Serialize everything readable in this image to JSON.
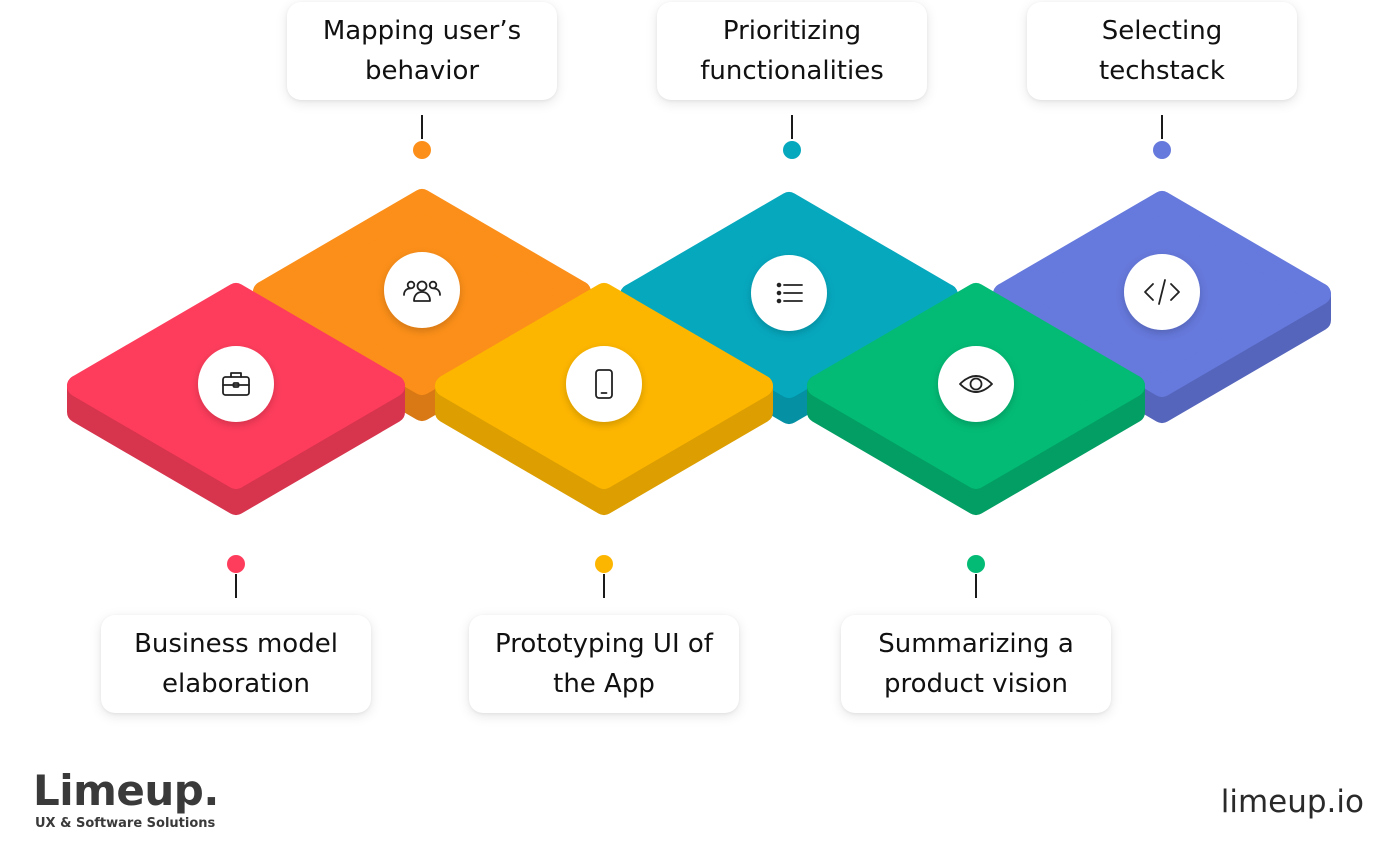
{
  "steps": [
    {
      "label": "Business model elaboration",
      "line1": "Business model",
      "line2": "elaboration",
      "color": "#fe3d5c",
      "side": "#d7344e",
      "icon": "briefcase-icon"
    },
    {
      "label": "Mapping user's behavior",
      "line1": "Mapping user’s",
      "line2": "behavior",
      "color": "#fc8f19",
      "side": "#d97915",
      "icon": "users-icon"
    },
    {
      "label": "Prototyping UI of the App",
      "line1": "Prototyping UI of",
      "line2": "the App",
      "color": "#fdb600",
      "side": "#dc9e00",
      "icon": "smartphone-icon"
    },
    {
      "label": "Prioritizing functionalities",
      "line1": "Prioritizing",
      "line2": "functionalities",
      "color": "#06a8be",
      "side": "#0590a3",
      "icon": "list-icon"
    },
    {
      "label": "Summarizing a product vision",
      "line1": "Summarizing a",
      "line2": "product vision",
      "color": "#03bb75",
      "side": "#039e63",
      "icon": "eye-icon"
    },
    {
      "label": "Selecting techstack",
      "line1": "Selecting",
      "line2": "techstack",
      "color": "#6679dc",
      "side": "#5565bb",
      "icon": "code-icon"
    }
  ],
  "brand": {
    "logo": "Limeup.",
    "tagline": "UX & Software Solutions",
    "site": "limeup.io"
  }
}
